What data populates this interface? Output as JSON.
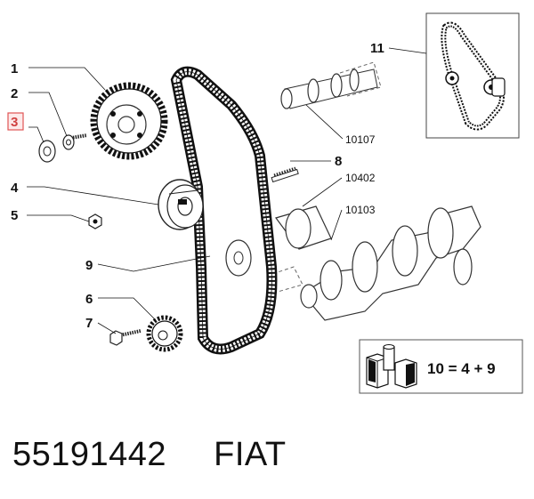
{
  "diagram": {
    "callouts": {
      "c1": "1",
      "c2": "2",
      "c3": "3",
      "c4": "4",
      "c5": "5",
      "c6": "6",
      "c7": "7",
      "c8": "8",
      "c9": "9",
      "c11": "11"
    },
    "refs": {
      "r10107": "10107",
      "r10402": "10402",
      "r10103": "10103"
    },
    "kit_formula": "10 = 4 + 9",
    "highlight_color": "#e05555"
  },
  "caption": {
    "part_number": "55191442",
    "brand": "FIAT"
  }
}
